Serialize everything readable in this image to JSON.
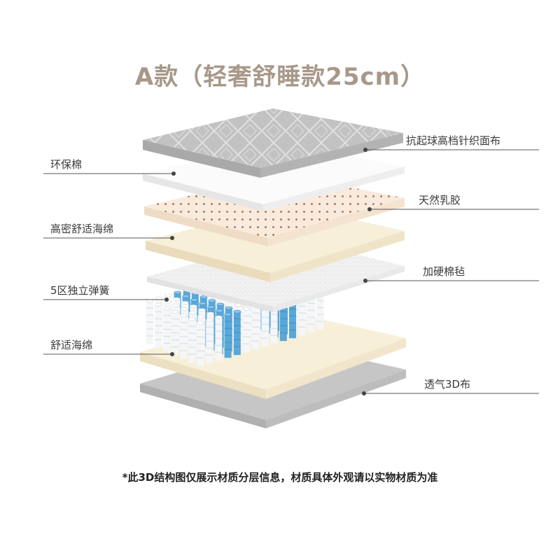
{
  "title": "A款（轻奢舒睡款25cm）",
  "layers_left": [
    "环保棉",
    "高密舒适海绵",
    "5区独立弹簧",
    "舒适海绵"
  ],
  "layers_right": [
    "抗起球高档针织面布",
    "天然乳胶",
    "加硬棉毡",
    "透气3D布"
  ],
  "footnote": "*此3D结构图仅展示材质分层信息，材质具体外观请以实物材质为准",
  "colors": {
    "title": "#a8988a",
    "fabric": "#bfbfbf",
    "latex": "#f6e6d6",
    "latex_dots": "#b4785a",
    "foam": "#f7efd8",
    "felt": "#f2f2f2",
    "spring_blue": "#5aa8d8",
    "base": "#c4c4c4"
  }
}
